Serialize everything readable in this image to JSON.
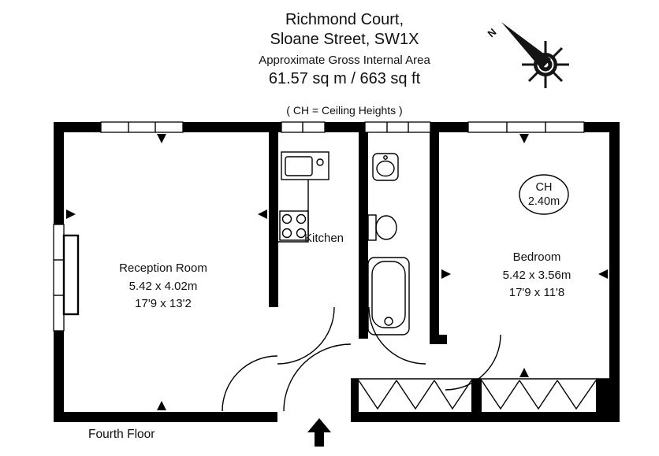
{
  "header": {
    "title_line1": "Richmond Court,",
    "title_line2": "Sloane Street, SW1X",
    "subtitle": "Approximate Gross Internal Area",
    "area": "61.57 sq m / 663 sq ft",
    "note": "( CH = Ceiling Heights )"
  },
  "compass": {
    "north_label": "N"
  },
  "floorplan": {
    "rooms": {
      "reception": {
        "name": "Reception Room",
        "dimensions_metric": "5.42 x 4.02m",
        "dimensions_imperial": "17'9 x 13'2"
      },
      "kitchen": {
        "name": "Kitchen"
      },
      "bedroom": {
        "name": "Bedroom",
        "dimensions_metric": "5.42 x 3.56m",
        "dimensions_imperial": "17'9 x 11'8"
      }
    },
    "ceiling_height": {
      "label": "CH",
      "value": "2.40m"
    }
  },
  "footer": {
    "floor_label": "Fourth Floor"
  }
}
